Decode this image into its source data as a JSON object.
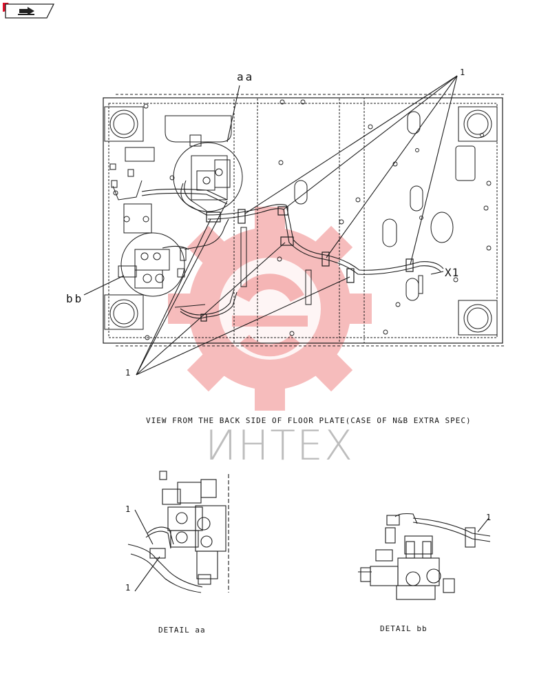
{
  "callouts": {
    "aa": "aa",
    "bb": "bb",
    "x1": "X1",
    "part_no_top": "1",
    "part_no_bottom": "1",
    "detail_aa_a": "1",
    "detail_aa_b": "1",
    "detail_bb": "1"
  },
  "captions": {
    "main_view": "VIEW FROM THE BACK SIDE OF FLOOR PLATE(CASE OF N&B EXTRA SPEC)",
    "detail_aa": "DETAIL aa",
    "detail_bb": "DETAIL bb"
  },
  "watermark": {
    "text": "ИНТЕХ",
    "logo_color": "#f4a6a6"
  },
  "colors": {
    "line": "#1a1a1a",
    "tag_accent": "#e0102a"
  }
}
